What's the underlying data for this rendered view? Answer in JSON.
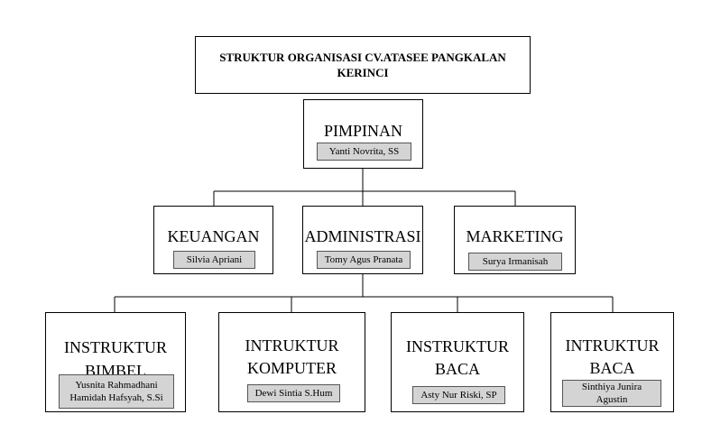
{
  "title": "STRUKTUR ORGANISASI CV.ATASEE PANGKALAN KERINCI",
  "pimpinan": {
    "role": "PIMPINAN",
    "name": "Yanti Novrita, SS"
  },
  "keuangan": {
    "role": "KEUANGAN",
    "name": "Silvia Apriani"
  },
  "administrasi": {
    "role": "ADMINISTRASI",
    "name": "Tomy Agus Pranata"
  },
  "marketing": {
    "role": "MARKETING",
    "name": "Surya Irmanisah"
  },
  "instruktur_bimbel": {
    "role": "INSTRUKTUR BIMBEL",
    "name": "Yusnita Rahmadhani Hamidah Hafsyah, S.Si"
  },
  "intruktur_komputer": {
    "role": "INTRUKTUR KOMPUTER",
    "name": "Dewi Sintia S.Hum"
  },
  "instruktur_baca": {
    "role": "INSTRUKTUR BACA",
    "name": "Asty Nur Riski, SP"
  },
  "intruktur_baca": {
    "role": "INTRUKTUR BACA",
    "name": "Sinthiya Junira Agustin"
  },
  "colors": {
    "line": "#000000",
    "name_bg": "#d4d4d4"
  }
}
